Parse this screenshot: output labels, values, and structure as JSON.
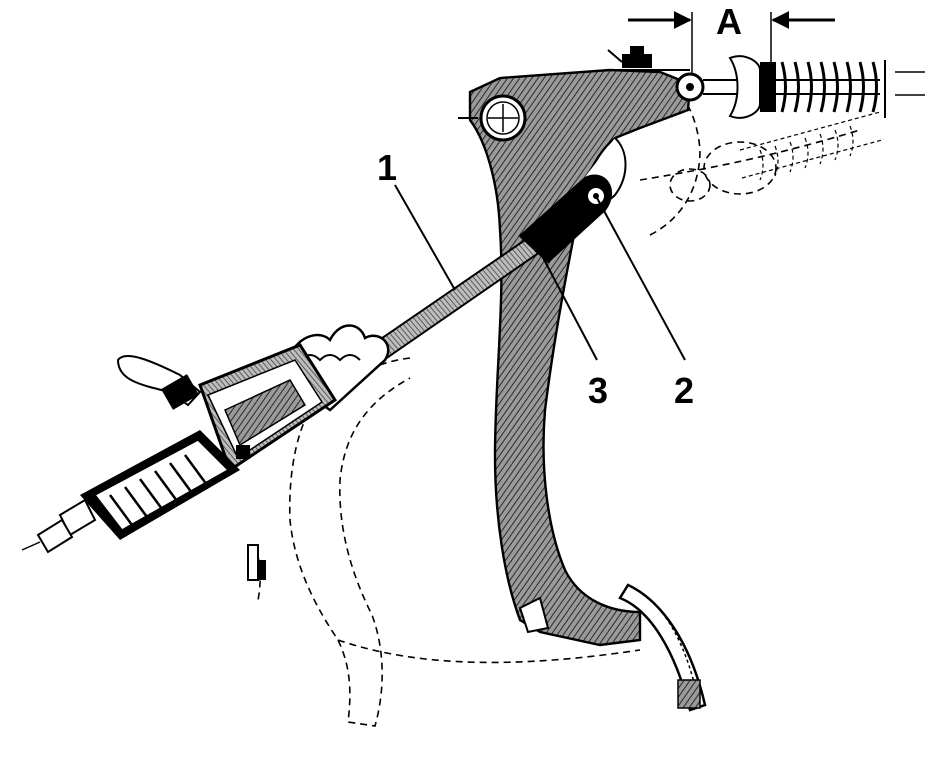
{
  "diagram": {
    "callouts": {
      "part_1": "1",
      "part_2": "2",
      "part_3": "3",
      "dimension_a": "A"
    }
  },
  "colors": {
    "ink": "#000000",
    "paper": "#ffffff",
    "hatch": "#555555"
  }
}
